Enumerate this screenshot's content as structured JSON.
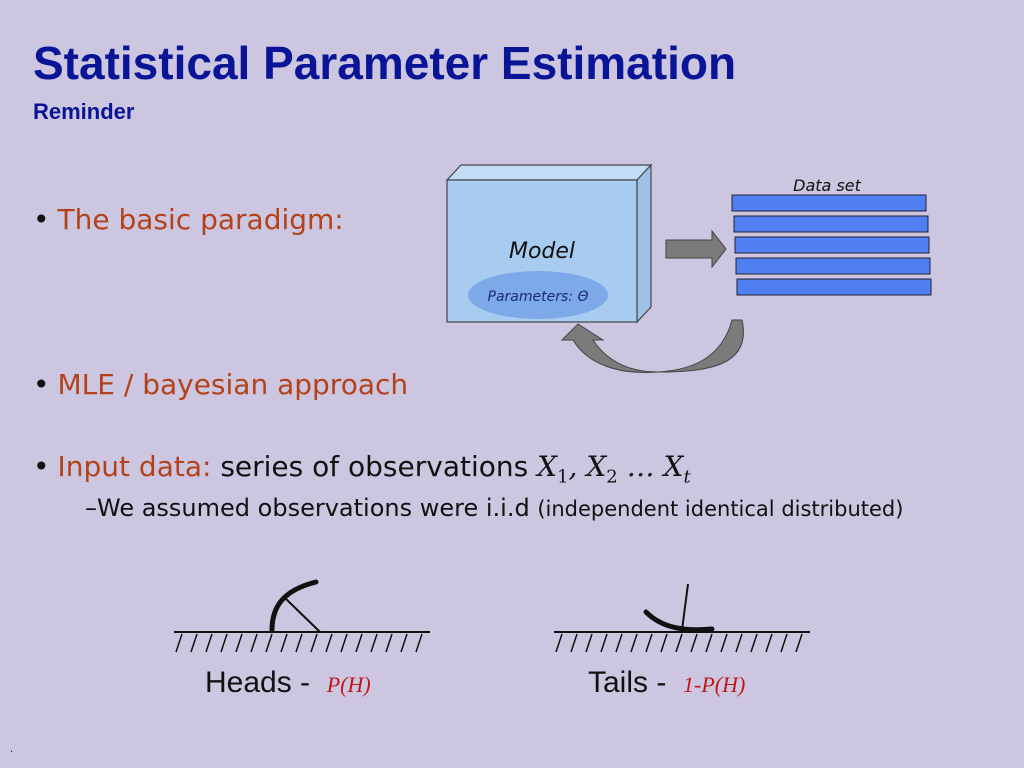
{
  "slide": {
    "title": "Statistical Parameter Estimation",
    "subtitle": "Reminder"
  },
  "bullets": {
    "b1": "The basic paradigm:",
    "b2": "MLE / bayesian approach",
    "b3_label": "Input data:",
    "b3_text": " series of observations ",
    "b3_math": {
      "x1": "X",
      "s1": "1",
      "sep": ", ",
      "x2": "X",
      "s2": "2",
      "ellipsis": " … ",
      "xt": "X",
      "st": "t"
    },
    "sub_prefix": "–",
    "sub_main": "We assumed observations were i.i.d ",
    "sub_paren": "(independent identical distributed)"
  },
  "diagram": {
    "model_label": "Model",
    "params_label": "Parameters: Θ",
    "dataset_label": "Data set",
    "dataset_rows": 5,
    "colors": {
      "box_front": "#a8cbf0",
      "box_side": "#c4dcf6",
      "ellipse": "#7ea9e8",
      "rows": "#4f7ff0",
      "arrow": "#7b7b7b"
    }
  },
  "coins": {
    "heads_label": "Heads -",
    "heads_prob": "P(H)",
    "tails_label": "Tails -",
    "tails_prob": "1-P(H)"
  },
  "footer_dot": "."
}
